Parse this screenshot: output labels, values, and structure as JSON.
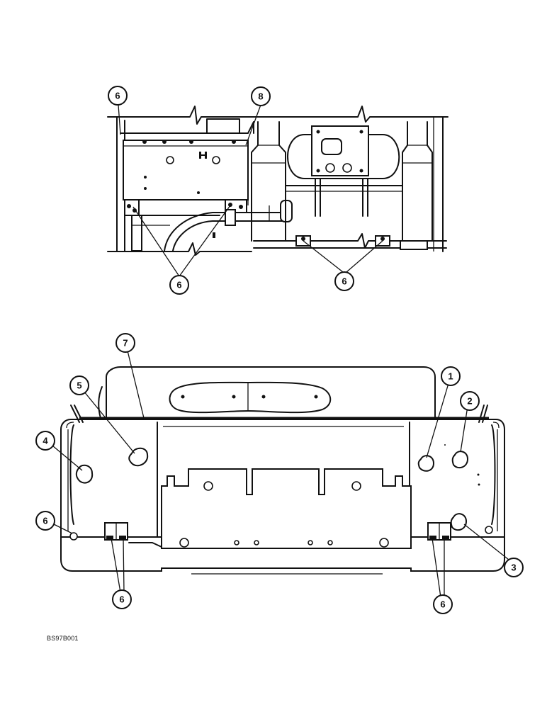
{
  "figure_id": "BS97B001",
  "callouts": {
    "top_left_6": "6",
    "top_8": "8",
    "top_bottom_6_left": "6",
    "top_bottom_6_right": "6",
    "bottom_7": "7",
    "bottom_5": "5",
    "bottom_4": "4",
    "bottom_1": "1",
    "bottom_2": "2",
    "bottom_6_left_edge": "6",
    "bottom_6_left": "6",
    "bottom_6_right": "6",
    "bottom_3": "3"
  }
}
